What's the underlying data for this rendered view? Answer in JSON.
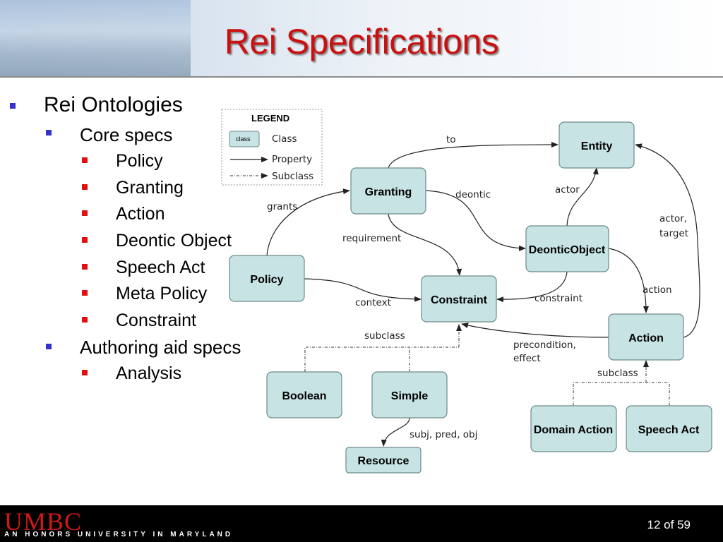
{
  "slide": {
    "title": "Rei Specifications",
    "footer": {
      "logo": "UMBC",
      "tagline": "AN HONORS UNIVERSITY IN MARYLAND",
      "page": "12 of  59"
    }
  },
  "bullets": {
    "l1a": "Rei Ontologies",
    "core": "Core specs",
    "policy": "Policy",
    "granting": "Granting",
    "action": "Action",
    "deontic": "Deontic Object",
    "speech": "Speech Act",
    "meta": "Meta Policy",
    "constraint": "Constraint",
    "authoring": "Authoring aid specs",
    "analysis": "Analysis"
  },
  "legend": {
    "title": "LEGEND",
    "class_tag": "class",
    "class_label": "Class",
    "property_label": "Property",
    "subclass_label": "Subclass"
  },
  "nodes": {
    "entity": "Entity",
    "granting": "Granting",
    "deonticobject": "DeonticObject",
    "policy": "Policy",
    "constraint": "Constraint",
    "action": "Action",
    "boolean": "Boolean",
    "simple": "Simple",
    "resource": "Resource",
    "domainaction": "Domain Action",
    "speechact": "Speech Act"
  },
  "edges": {
    "to": "to",
    "deontic": "deontic",
    "actor": "actor",
    "actor_target_1": "actor,",
    "actor_target_2": "target",
    "grants": "grants",
    "requirement": "requirement",
    "context": "context",
    "constraint": "constraint",
    "action": "action",
    "subclass1": "subclass",
    "precondition_1": "precondition,",
    "precondition_2": "effect",
    "subclass2": "subclass",
    "spo": "subj, pred, obj"
  },
  "colors": {
    "title": "#cc1010",
    "node_fill": "#c7e3e4",
    "bullet_blue": "#3333cc",
    "bullet_red": "#dd1111"
  }
}
